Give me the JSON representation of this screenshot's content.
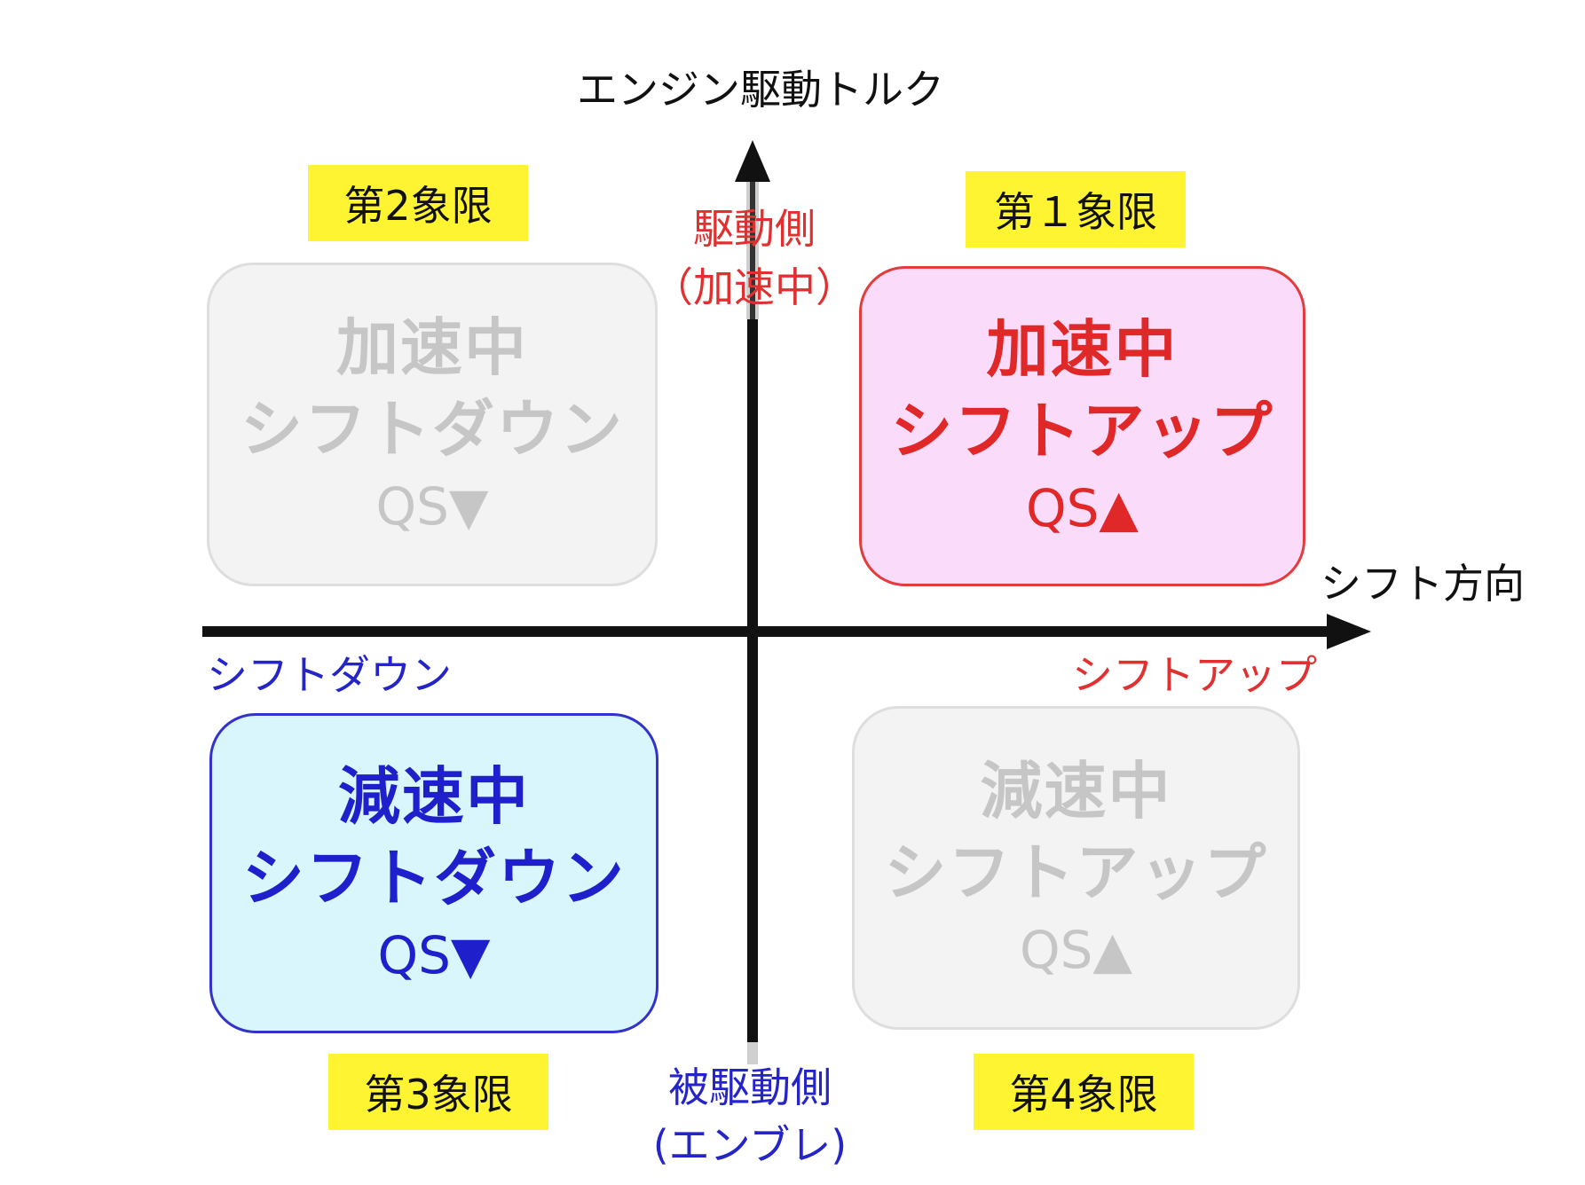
{
  "axes": {
    "vertical_title": "エンジン駆動トルク",
    "horizontal_title": "シフト方向",
    "top_label_line1": "駆動側",
    "top_label_line2": "（加速中）",
    "bottom_label_line1": "被駆動側",
    "bottom_label_line2": "(エンブレ)",
    "left_label": "シフトダウン",
    "right_label": "シフトアップ"
  },
  "quadrants": {
    "q1": {
      "label": "第１象限",
      "line1": "加速中",
      "line2": "シフトアップ",
      "qs_text": "QS",
      "qs_symbol": "▲",
      "active": true
    },
    "q2": {
      "label": "第2象限",
      "line1": "加速中",
      "line2": "シフトダウン",
      "qs_text": "QS",
      "qs_symbol": "▼",
      "active": false
    },
    "q3": {
      "label": "第3象限",
      "line1": "減速中",
      "line2": "シフトダウン",
      "qs_text": "QS",
      "qs_symbol": "▼",
      "active": true
    },
    "q4": {
      "label": "第4象限",
      "line1": "減速中",
      "line2": "シフトアップ",
      "qs_text": "QS",
      "qs_symbol": "▲",
      "active": false
    }
  },
  "colors": {
    "label_bg": "#fff432",
    "q1_fill": "#fadcfa",
    "q1_text": "#e02828",
    "q3_fill": "#d8f6fb",
    "q3_text": "#1f1fcc",
    "inactive_fill": "#f3f3f3",
    "inactive_text": "#c6c6c6",
    "axis": "#111111"
  }
}
